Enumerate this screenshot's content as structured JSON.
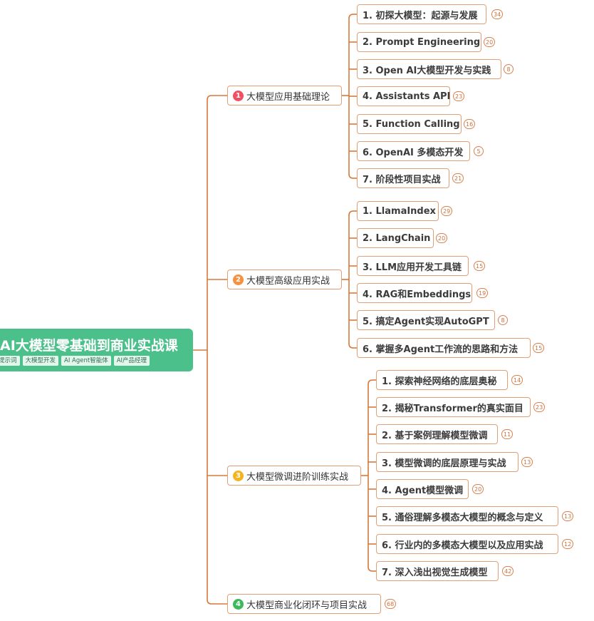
{
  "root": {
    "title": "AI大模型零基础到商业实战课",
    "tags": [
      "提示词",
      "大模型开发",
      "AI Agent智能体",
      "AI产品经理"
    ]
  },
  "colors": {
    "link": "#d9783c",
    "root_bg": "#4cc08a",
    "node_border": "#e0a076",
    "markers": [
      "#f05063",
      "#f7913d",
      "#f4b31f",
      "#3cb95c"
    ]
  },
  "topics": [
    {
      "marker": "1",
      "label": "大模型应用基础理论",
      "children": [
        {
          "label": "1. 初探大模型：起源与发展",
          "count": "34"
        },
        {
          "label": "2. Prompt Engineering",
          "count": "20"
        },
        {
          "label": "3. Open AI大模型开发与实践",
          "count": "8"
        },
        {
          "label": "4. Assistants API",
          "count": "23"
        },
        {
          "label": "5. Function Calling",
          "count": "16"
        },
        {
          "label": "6. OpenAI 多模态开发",
          "count": "5"
        },
        {
          "label": "7. 阶段性项目实战",
          "count": "21"
        }
      ]
    },
    {
      "marker": "2",
      "label": "大模型高级应用实战",
      "children": [
        {
          "label": "1. LlamaIndex",
          "count": "29"
        },
        {
          "label": "2. LangChain",
          "count": "20"
        },
        {
          "label": "3. LLM应用开发工具链",
          "count": "15"
        },
        {
          "label": "4. RAG和Embeddings",
          "count": "19"
        },
        {
          "label": "5. 搞定Agent实现AutoGPT",
          "count": "8"
        },
        {
          "label": "6. 掌握多Agent工作流的思路和方法",
          "count": "15"
        }
      ]
    },
    {
      "marker": "3",
      "label": "大模型微调进阶训练实战",
      "children": [
        {
          "label": "1. 探索神经网络的底层奥秘",
          "count": "14"
        },
        {
          "label": "2. 揭秘Transformer的真实面目",
          "count": "23"
        },
        {
          "label": "2. 基于案例理解模型微调",
          "count": "11"
        },
        {
          "label": "3. 模型微调的底层原理与实战",
          "count": "13"
        },
        {
          "label": "4. Agent模型微调",
          "count": "20"
        },
        {
          "label": "5. 通俗理解多模态大模型的概念与定义",
          "count": "13"
        },
        {
          "label": "6. 行业内的多模态大模型以及应用实战",
          "count": "12"
        },
        {
          "label": "7. 深入浅出视觉生成模型",
          "count": "42"
        }
      ]
    },
    {
      "marker": "4",
      "label": "大模型商业化闭环与项目实战",
      "count": "68",
      "children": []
    }
  ]
}
